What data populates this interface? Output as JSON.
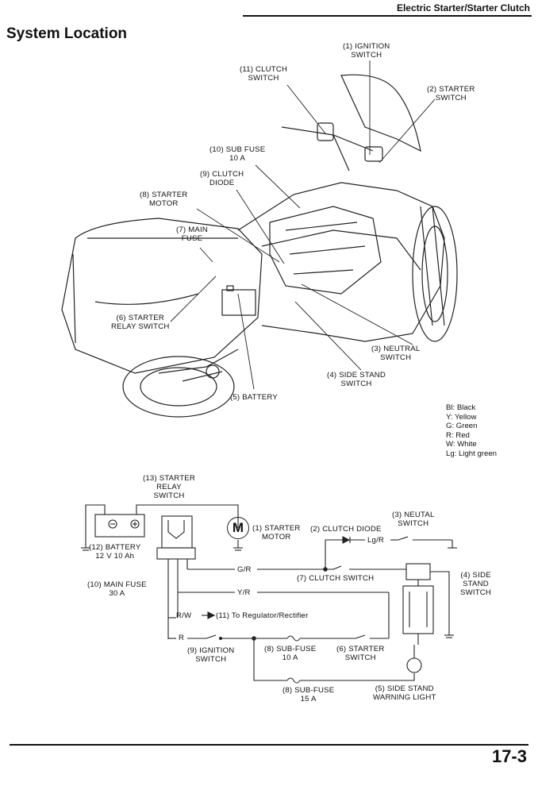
{
  "header": {
    "section_title": "Electric Starter/Starter Clutch"
  },
  "page_title": "System Location",
  "illustration_labels": {
    "ignition_switch": "(1) IGNITION\nSWITCH",
    "starter_switch": "(2) STARTER\nSWITCH",
    "clutch_switch": "(11) CLUTCH\nSWITCH",
    "sub_fuse": "(10) SUB FUSE\n10 A",
    "clutch_diode": "(9) CLUTCH\nDIODE",
    "starter_motor": "(8) STARTER\nMOTOR",
    "main_fuse": "(7) MAIN\nFUSE",
    "starter_relay_switch": "(6) STARTER\nRELAY SWITCH",
    "neutral_switch": "(3) NEUTRAL\nSWITCH",
    "side_stand_switch": "(4) SIDE STAND\nSWITCH",
    "battery": "(5) BATTERY"
  },
  "legend": [
    "Bl:  Black",
    "Y:  Yellow",
    "G:  Green",
    "R:  Red",
    "W:  White",
    "Lg:  Light green"
  ],
  "schematic_labels": {
    "starter_relay_switch": "(13) STARTER\nRELAY\nSWITCH",
    "battery": "(12) BATTERY\n12 V 10 Ah",
    "main_fuse": "(10) MAIN FUSE\n30 A",
    "starter_motor": "(1) STARTER\nMOTOR",
    "motor_symbol": "M",
    "clutch_diode": "(2) CLUTCH DIODE",
    "neutral_switch": "(3) NEUTAL\nSWITCH",
    "wire_lg_r": "Lg/R",
    "wire_g_r": "G/R",
    "clutch_switch": "(7) CLUTCH SWITCH",
    "side_stand_switch": "(4) SIDE\nSTAND\nSWITCH",
    "wire_y_r": "Y/R",
    "wire_r_w": "R/W",
    "regulator": "(11) To Regulator/Rectifier",
    "wire_r": "R",
    "ignition_switch": "(9) IGNITION\nSWITCH",
    "sub_fuse_10": "(8) SUB-FUSE\n10 A",
    "starter_switch": "(6) STARTER\nSWITCH",
    "sub_fuse_15": "(8) SUB-FUSE\n15 A",
    "warning_light": "(5) SIDE STAND\nWARNING LIGHT"
  },
  "page_number": "17-3"
}
